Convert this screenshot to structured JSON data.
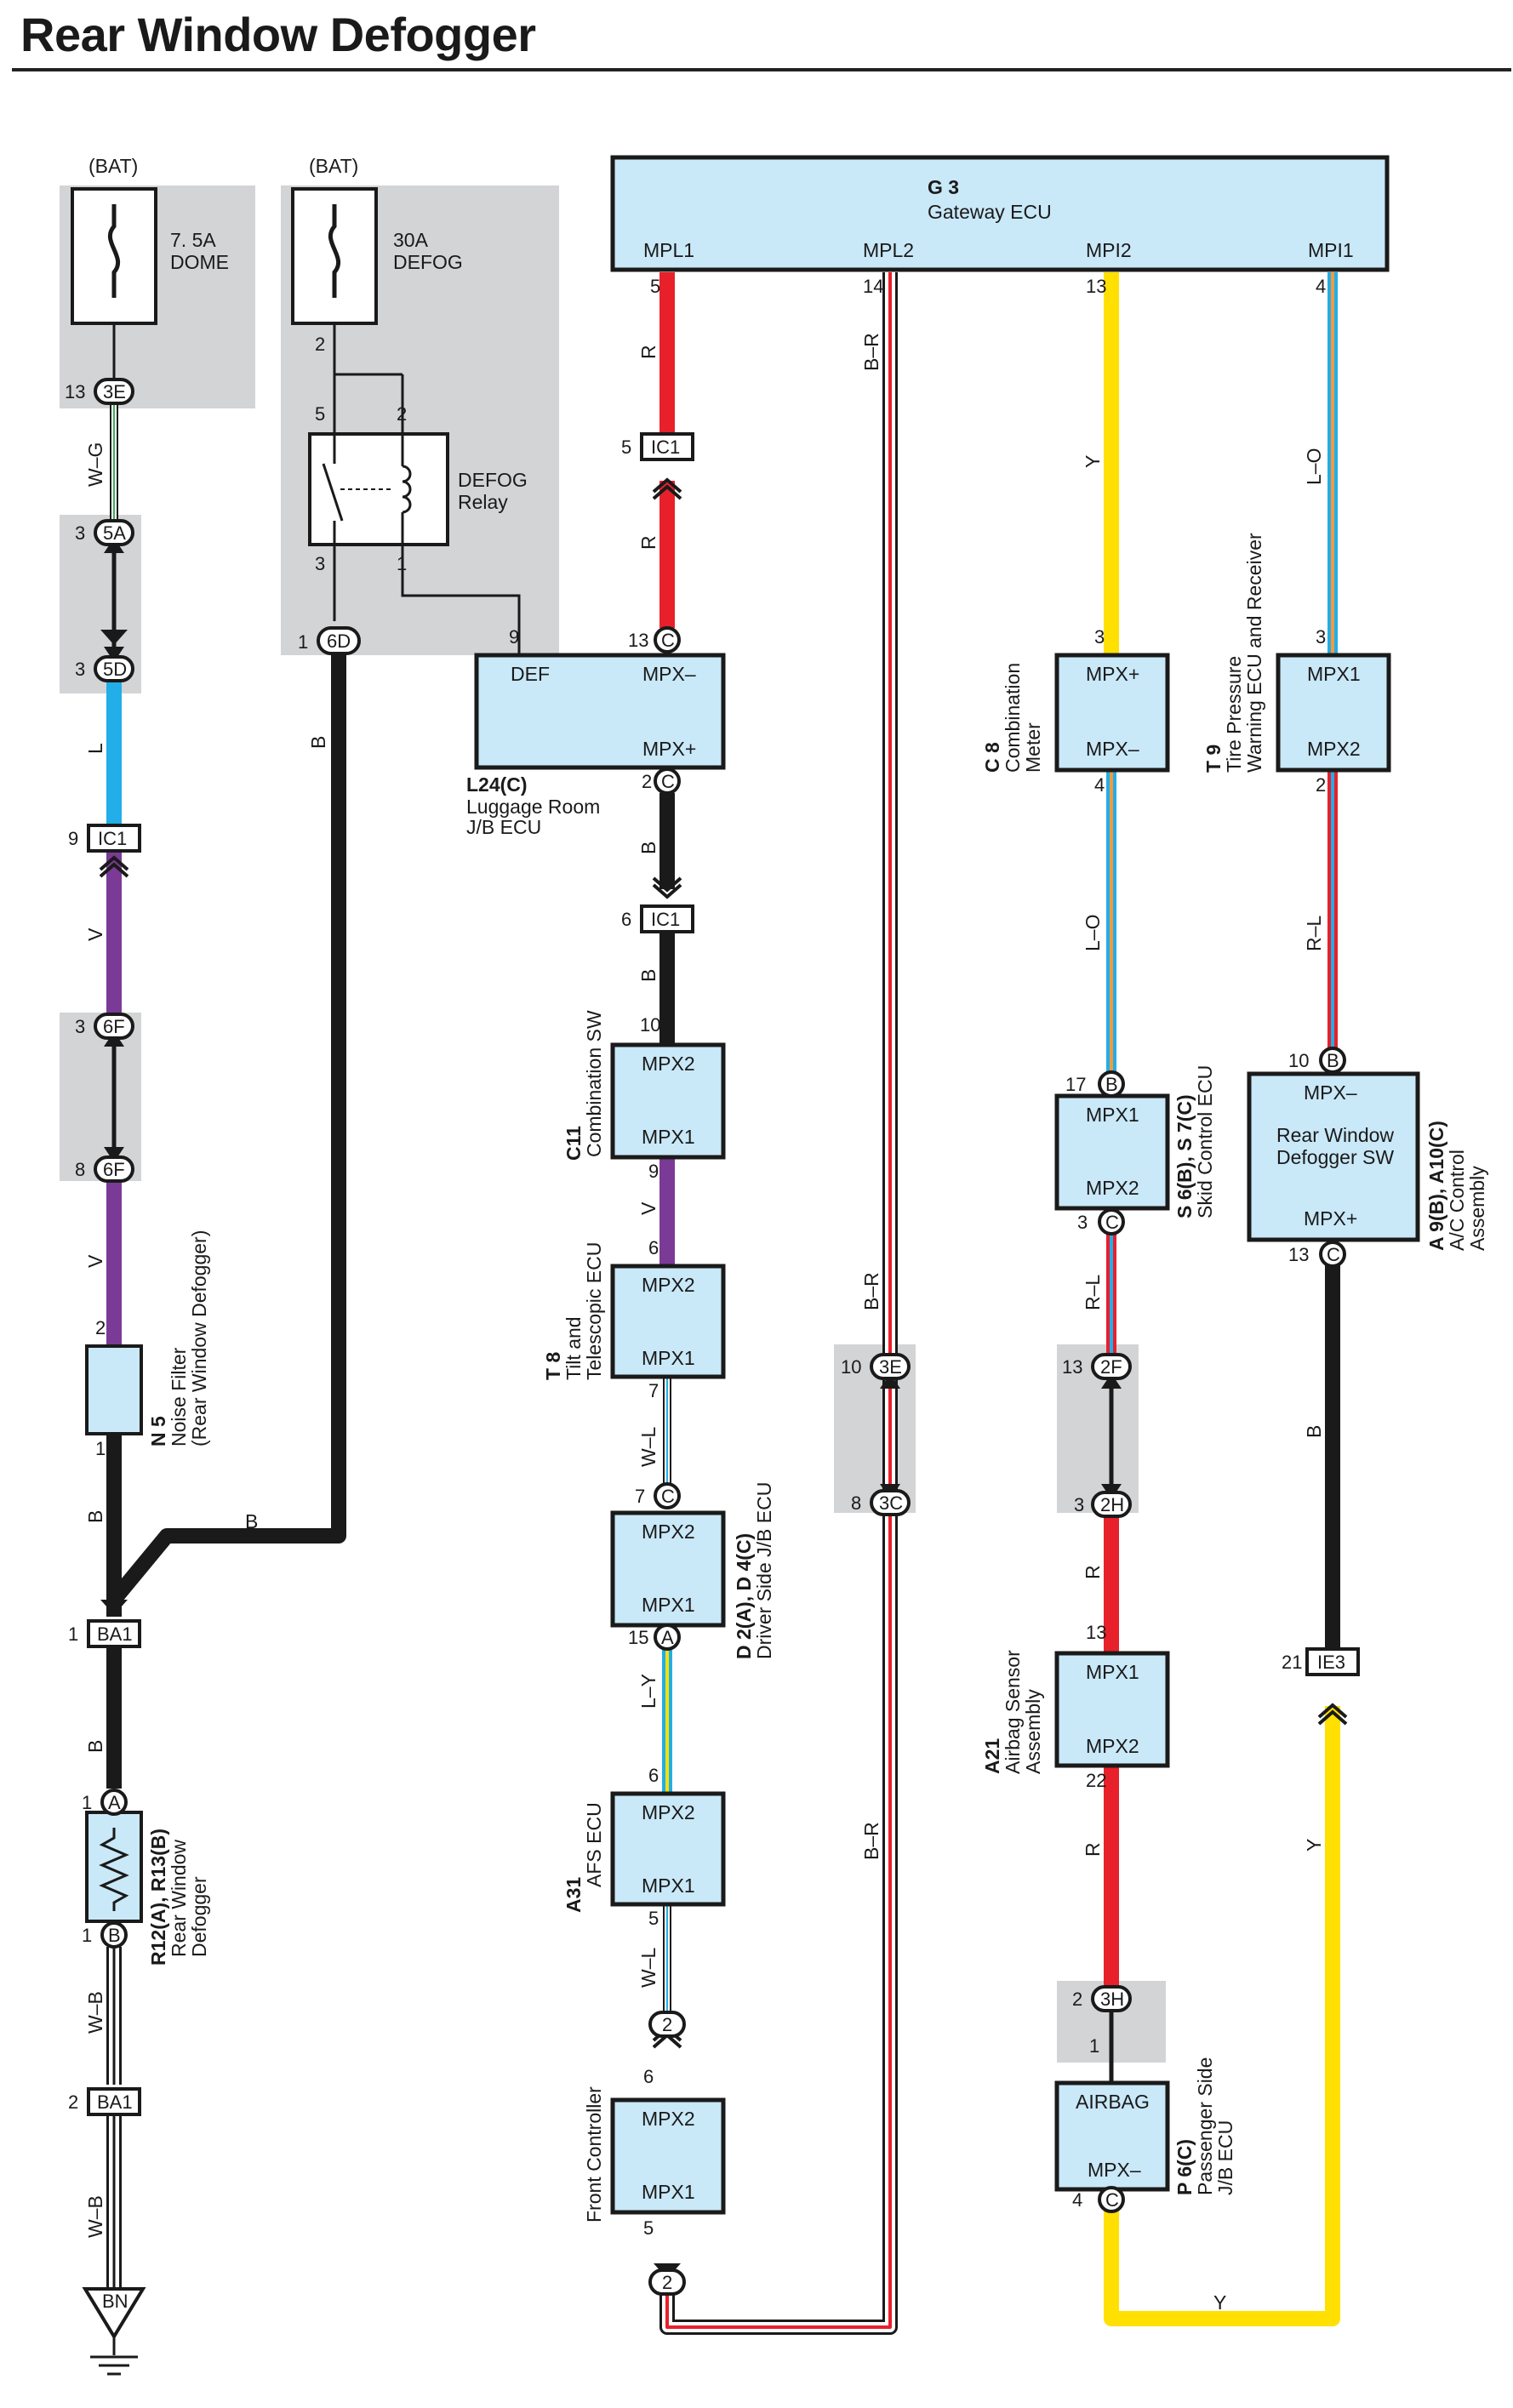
{
  "title": "Rear Window Defogger",
  "gateway": {
    "code": "G 3",
    "name": "Gateway ECU",
    "mpl1": "MPL1",
    "mpl2": "MPL2",
    "mpi2": "MPI2",
    "mpi1": "MPI1"
  },
  "bat": "(BAT)",
  "fuses": {
    "dome_amp": "7. 5A",
    "dome_name": "DOME",
    "defog_amp": "30A",
    "defog_name": "DEFOG"
  },
  "relay": {
    "line1": "DEFOG",
    "line2": "Relay"
  },
  "luggage": {
    "code": "L24(C)",
    "line1": "Luggage Room",
    "line2": "J/B ECU",
    "def": "DEF",
    "mpx_minus": "MPX–",
    "mpx_plus": "MPX+"
  },
  "mpx": {
    "mpx1": "MPX1",
    "mpx2": "MPX2",
    "plus": "MPX+",
    "minus": "MPX–"
  },
  "combination_sw": {
    "code": "C11",
    "name": "Combination SW"
  },
  "tilt": {
    "code": "T 8",
    "line1": "Tilt and",
    "line2": "Telescopic ECU"
  },
  "driver_jb": {
    "code": "D 2(A), D 4(C)",
    "name": "Driver Side J/B ECU"
  },
  "afs": {
    "code": "A31",
    "name": "AFS ECU"
  },
  "front_ctrl": {
    "name": "Front Controller"
  },
  "meter": {
    "code": "C 8",
    "line1": "Combination",
    "line2": "Meter"
  },
  "tpms": {
    "code": "T 9",
    "line1": "Tire Pressure",
    "line2": "Warning ECU and Receiver"
  },
  "skid": {
    "code": "S 6(B), S 7(C)",
    "name": "Skid Control ECU"
  },
  "ac": {
    "code": "A 9(B), A10(C)",
    "line1": "A/C Control",
    "line2": "Assembly",
    "sw1": "Rear Window",
    "sw2": "Defogger SW"
  },
  "airbag_sensor": {
    "code": "A21",
    "line1": "Airbag Sensor",
    "line2": "Assembly"
  },
  "passenger_jb": {
    "code": "P 6(C)",
    "line1": "Passenger Side",
    "line2": "J/B ECU",
    "airbag": "AIRBAG"
  },
  "noise_filter": {
    "code": "N 5",
    "line1": "Noise Filter",
    "line2": "(Rear Window Defogger)"
  },
  "defogger": {
    "code": "R12(A), R13(B)",
    "line1": "Rear Window",
    "line2": "Defogger"
  },
  "ground": "BN",
  "wires": {
    "B": "B",
    "R": "R",
    "Y": "Y",
    "L": "L",
    "V": "V",
    "W-G": "W–G",
    "W-B": "W–B",
    "W-L": "W–L",
    "L-Y": "L–Y",
    "L-O": "L–O",
    "R-L": "R–L",
    "B-R": "B–R"
  },
  "connectors": {
    "IC1": "IC1",
    "BA1": "BA1",
    "IE3": "IE3",
    "3E": "3E",
    "5A": "5A",
    "5D": "5D",
    "6D": "6D",
    "6F": "6F",
    "3C": "3C",
    "2F": "2F",
    "2H": "2H",
    "3H": "3H",
    "A": "A",
    "B": "B",
    "C": "C",
    "2": "2"
  },
  "pins": {
    "p1": "1",
    "p2": "2",
    "p3": "3",
    "p4": "4",
    "p5": "5",
    "p6": "6",
    "p7": "7",
    "p8": "8",
    "p9": "9",
    "p10": "10",
    "p13": "13",
    "p14": "14",
    "p15": "15",
    "p17": "17",
    "p21": "21",
    "p22": "22"
  },
  "colors": {
    "red": "#e8202a",
    "yellow": "#ffe000",
    "blue": "#22aee8",
    "violet": "#7b3a96",
    "green": "#3fae5a",
    "orange": "#f49a3c",
    "black": "#1a1a1a",
    "box": "#c9e8f8",
    "shade": "#d3d4d6"
  }
}
